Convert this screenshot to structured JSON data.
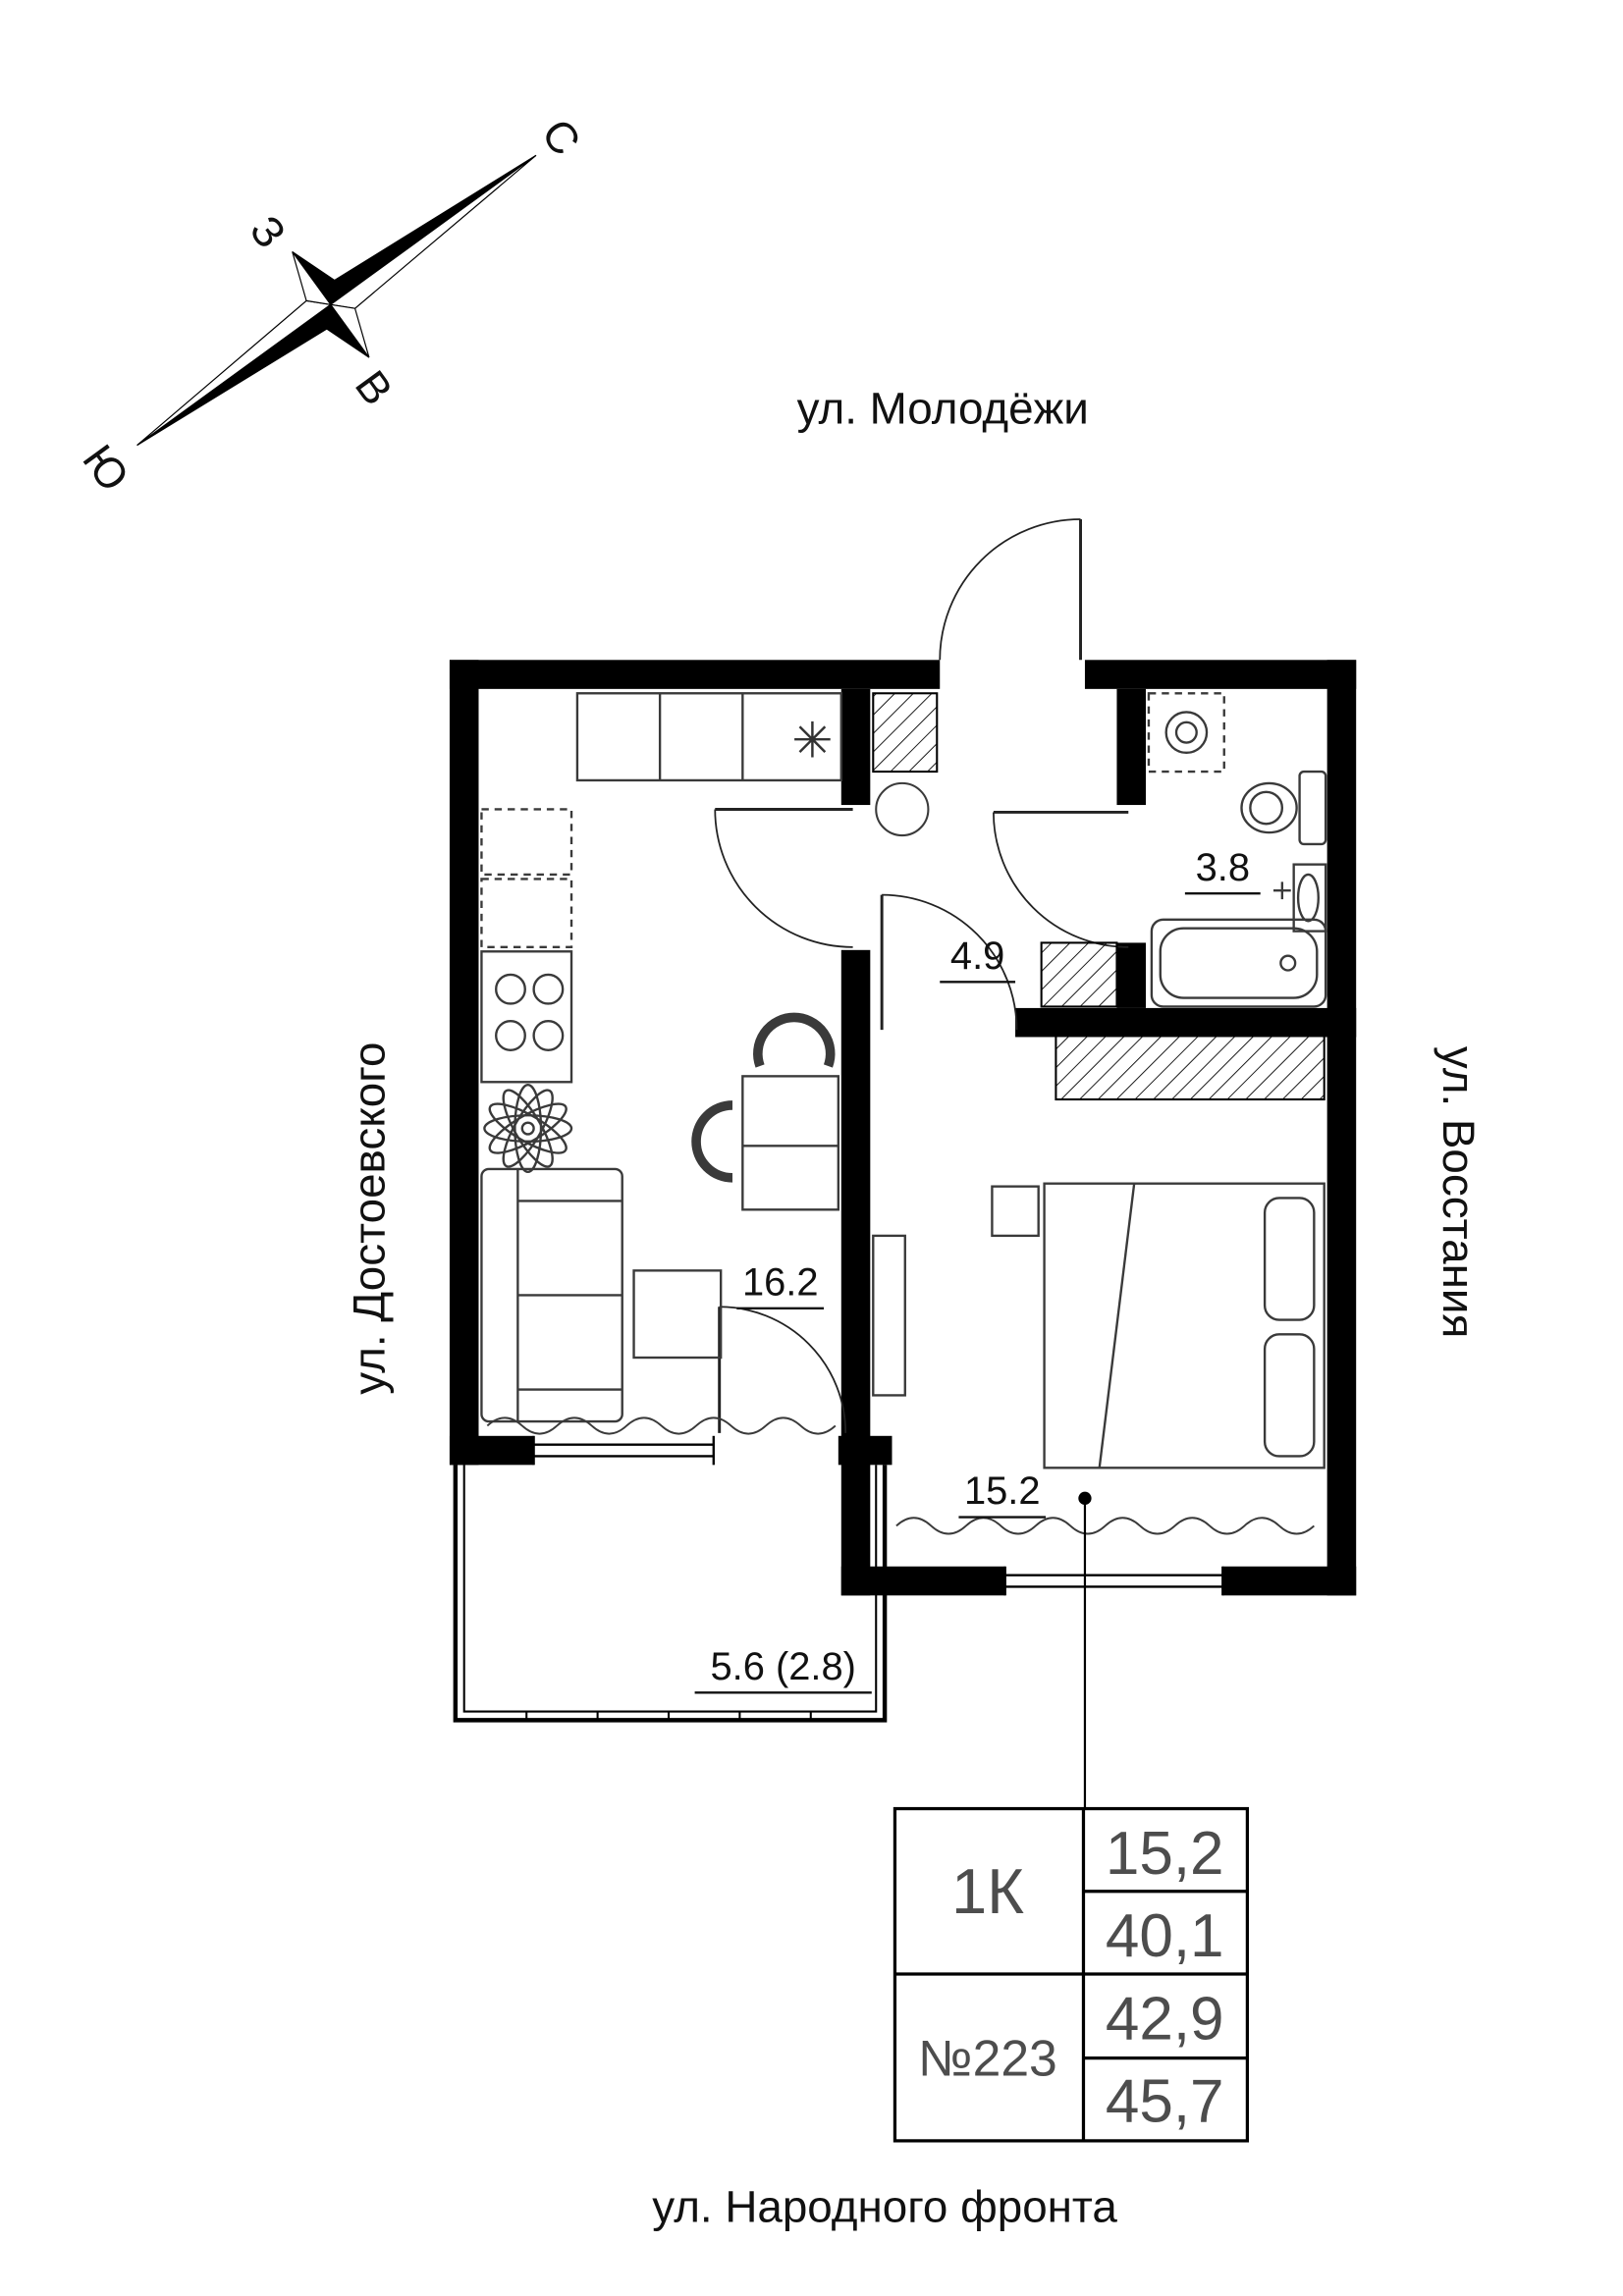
{
  "compass": {
    "north": "С",
    "south": "Ю",
    "west": "З",
    "east": "В"
  },
  "streets": {
    "top": "ул. Молодёжи",
    "left": "ул. Достоевского",
    "right": "ул. Восстания",
    "bottom": "ул. Народного фронта"
  },
  "rooms": {
    "kitchen_living": {
      "area": "16.2"
    },
    "hall": {
      "area": "4.9"
    },
    "bathroom": {
      "area": "3.8"
    },
    "bedroom": {
      "area": "15.2"
    },
    "balcony": {
      "area": "5.6 (2.8)"
    }
  },
  "info_table": {
    "apartment_type": "1К",
    "apartment_number": "№223",
    "living_area": "15,2",
    "area_without_balcony": "40,1",
    "total_area": "42,9",
    "total_area_with_balcony": "45,7"
  },
  "symbols": {
    "vent": "✳"
  },
  "colors": {
    "wall": "#000000",
    "furniture_line": "#3a3a3a",
    "table_text": "#4d4d4d",
    "background": "#ffffff"
  }
}
